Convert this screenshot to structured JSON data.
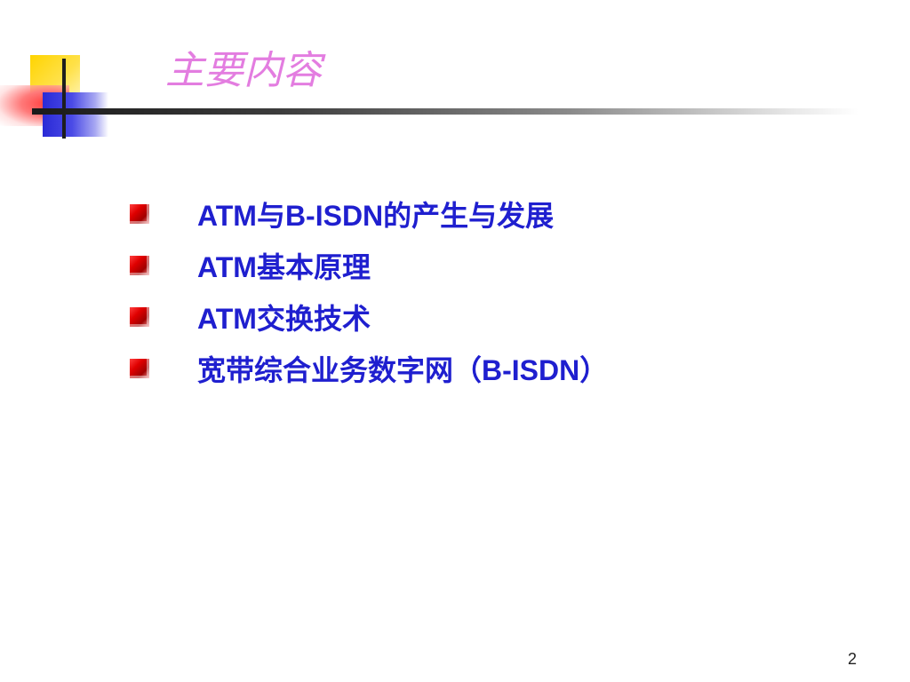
{
  "slide": {
    "title": "主要内容",
    "bullets": [
      "ATM与B-ISDN的产生与发展",
      "ATM基本原理",
      "ATM交换技术",
      "宽带综合业务数字网（B-ISDN）"
    ],
    "page_number": "2"
  },
  "colors": {
    "title": "#e37de0",
    "bullet_text": "#1f1fcf",
    "bullet_icon": "#e00000",
    "logo_yellow": "#ffd400",
    "logo_red": "#ff3b3b",
    "logo_blue": "#2a2ad6"
  }
}
